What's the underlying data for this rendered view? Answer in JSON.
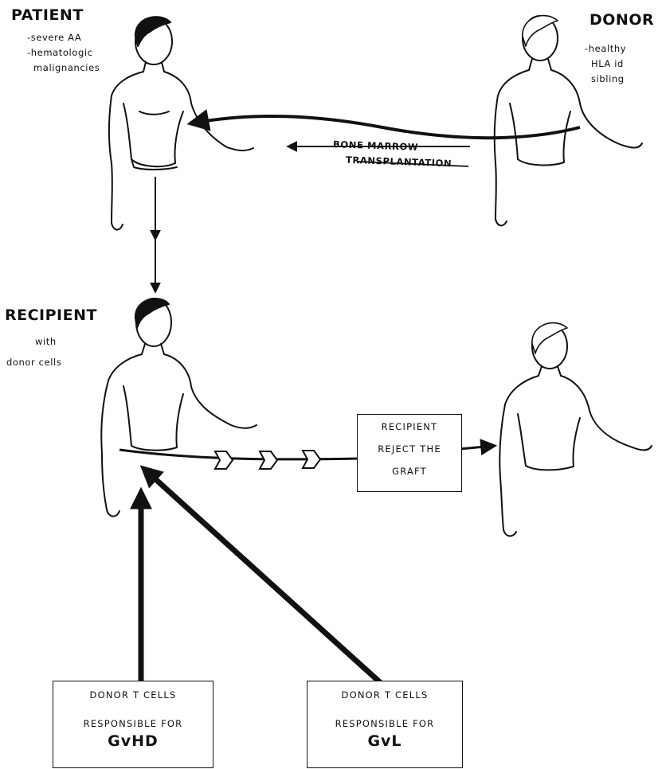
{
  "patient": {
    "title": "PATIENT",
    "notes": [
      "-severe AA",
      "-hematologic",
      "malignancies"
    ]
  },
  "donor": {
    "title": "DONOR",
    "notes": [
      "-healthy",
      "HLA id",
      "sibling"
    ]
  },
  "transplant": {
    "line1": "BONE MARROW",
    "line2": "TRANSPLANTATION"
  },
  "recipient": {
    "title": "RECIPIENT",
    "line1": "with",
    "line2": "donor cells"
  },
  "reject_box": {
    "line1": "RECIPIENT",
    "line2": "REJECT THE",
    "line3": "GRAFT"
  },
  "gvhd_box": {
    "line1": "DONOR T CELLS",
    "line2": "RESPONSIBLE FOR",
    "line3": "GvHD"
  },
  "gvl_box": {
    "line1": "DONOR T CELLS",
    "line2": "RESPONSIBLE FOR",
    "line3": "GvL"
  }
}
